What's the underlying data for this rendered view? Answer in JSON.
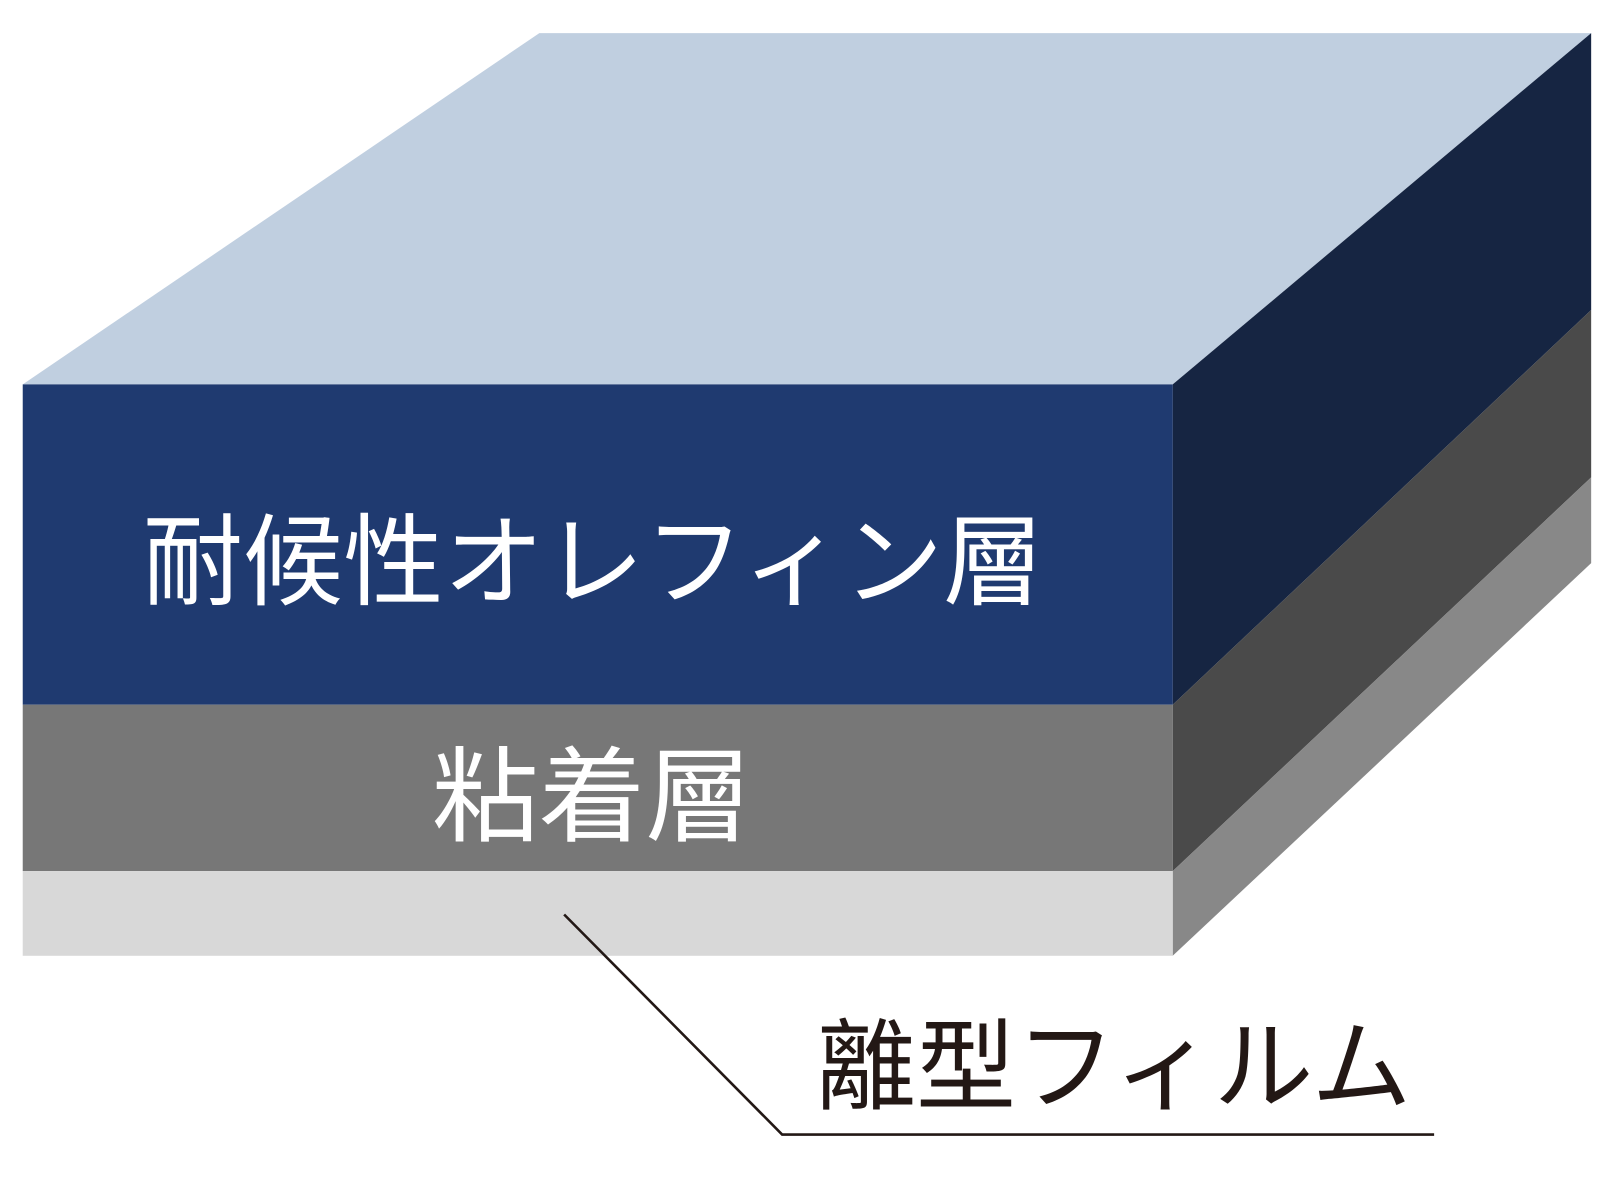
{
  "layers": [
    {
      "label": "耐候性オレフィン層",
      "front_color": "#1f3a70",
      "side_color": "#162542",
      "text_color": "#ffffff"
    },
    {
      "label": "粘着層",
      "front_color": "#777777",
      "side_color": "#4a4a4a",
      "text_color": "#ffffff"
    },
    {
      "label": "離型フィルム",
      "front_color": "#d8d8d8",
      "side_color": "#888888",
      "text_color": "#231815"
    }
  ],
  "top_face_color": "#c0cfe0"
}
